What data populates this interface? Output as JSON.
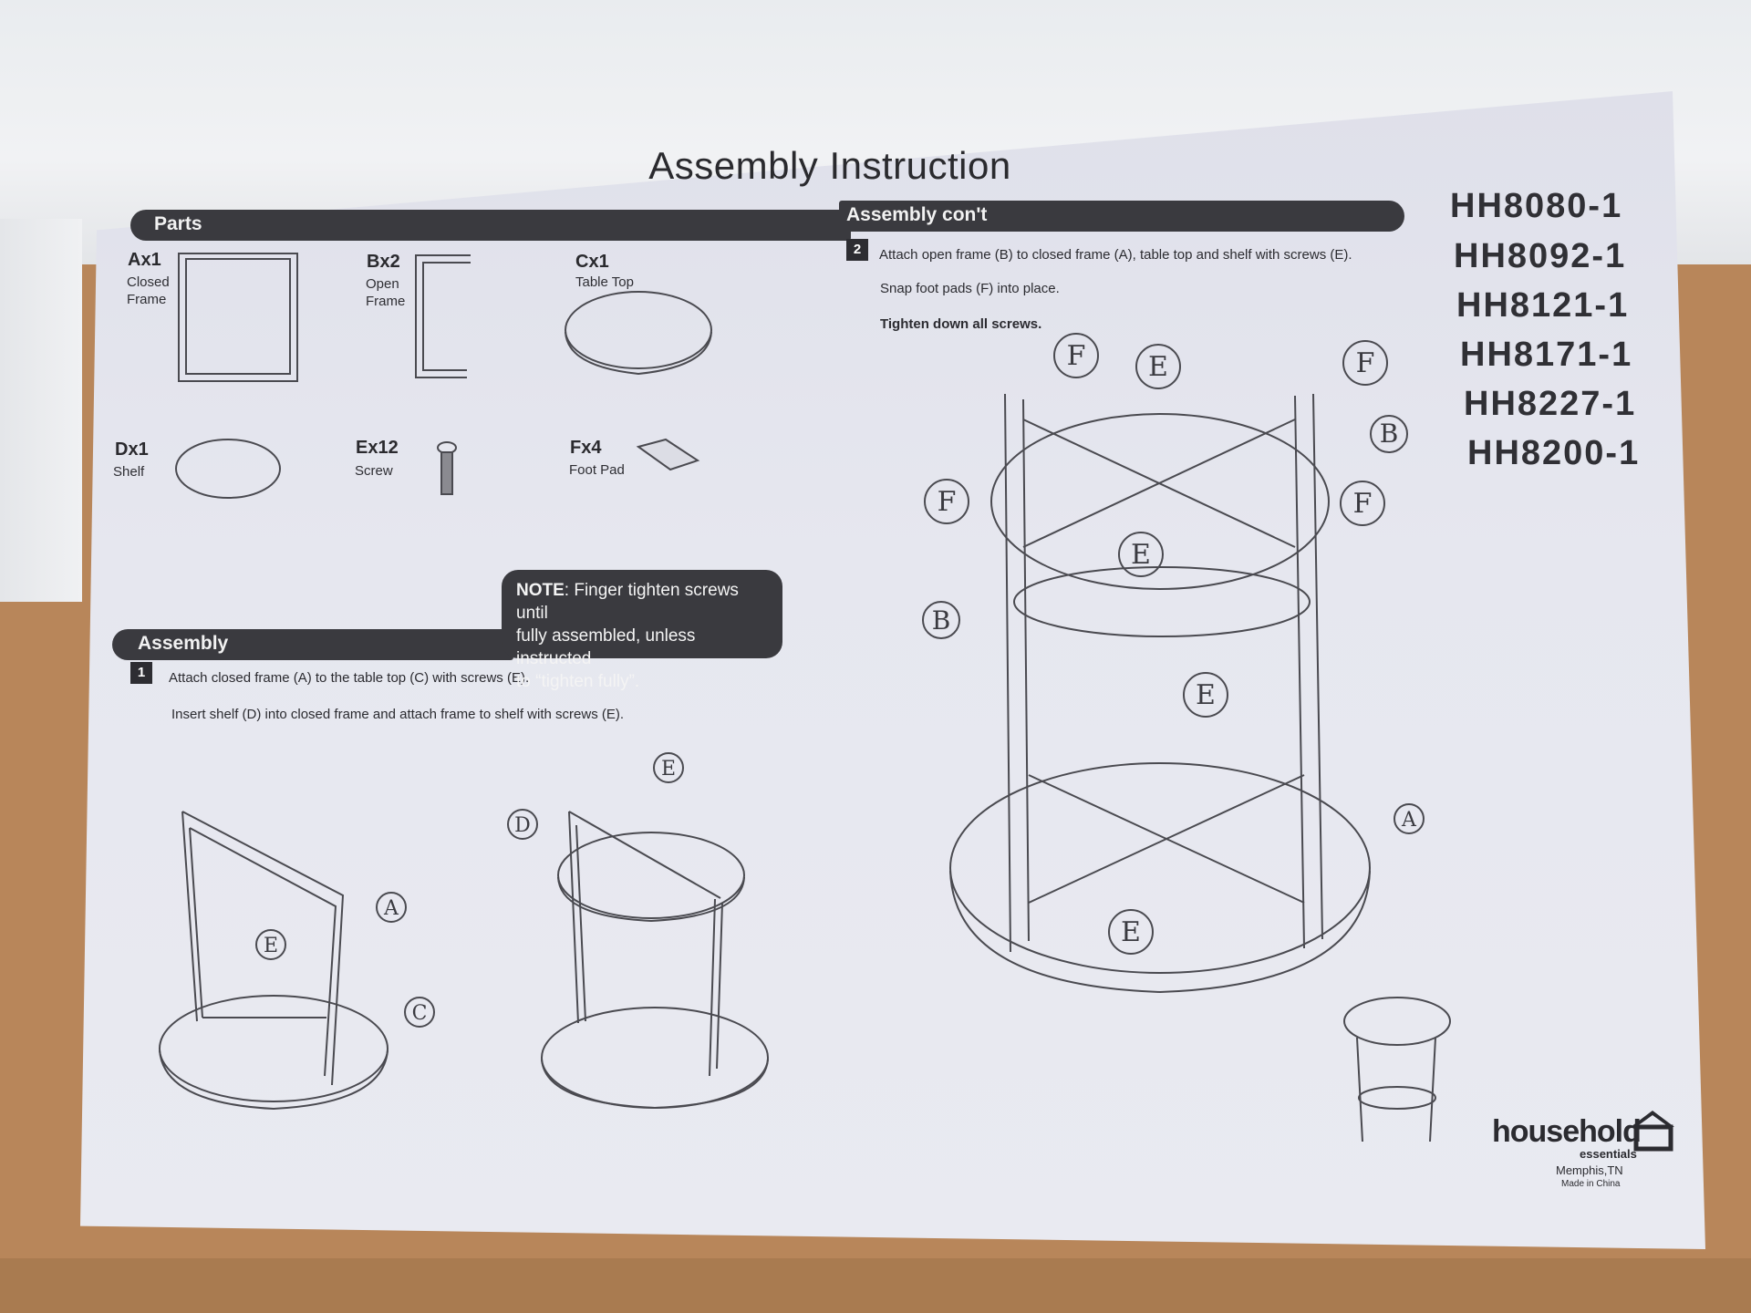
{
  "title": "Assembly Instruction",
  "sections": {
    "parts": "Parts",
    "assembly": "Assembly",
    "assembly_cont": "Assembly con't"
  },
  "parts": [
    {
      "code": "Ax1",
      "name1": "Closed",
      "name2": "Frame"
    },
    {
      "code": "Bx2",
      "name1": "Open",
      "name2": "Frame"
    },
    {
      "code": "Cx1",
      "name1": "Table Top",
      "name2": ""
    },
    {
      "code": "Dx1",
      "name1": "Shelf",
      "name2": ""
    },
    {
      "code": "Ex12",
      "name1": "Screw",
      "name2": ""
    },
    {
      "code": "Fx4",
      "name1": "Foot Pad",
      "name2": ""
    }
  ],
  "step1": {
    "number": "1",
    "line1": "Attach closed frame (A) to the table top (C) with screws (E).",
    "line2": "Insert shelf (D) into closed frame and attach frame to shelf with screws (E)."
  },
  "step2": {
    "number": "2",
    "line1": "Attach open frame (B) to closed frame (A), table top and shelf with screws (E).",
    "line2": "Snap foot pads (F) into place.",
    "line3": "Tighten down all screws."
  },
  "note": {
    "label": "NOTE",
    "text1": ": Finger tighten screws until",
    "text2": "fully assembled, unless instructed",
    "text3": "to “tighten fully”."
  },
  "models": [
    "HH8080-1",
    "HH8092-1",
    "HH8121-1",
    "HH8171-1",
    "HH8227-1",
    "HH8200-1"
  ],
  "callouts": {
    "a": "A",
    "b": "B",
    "c": "C",
    "d": "D",
    "e": "E",
    "f": "F"
  },
  "brand": {
    "name": "household",
    "sub": "essentials",
    "city": "Memphis,TN",
    "made": "Made in China"
  },
  "colors": {
    "bar": "#3a3a3f",
    "paper": "#e6e7ef",
    "cardboard": "#b8865a",
    "ink": "#2a2a2e"
  }
}
